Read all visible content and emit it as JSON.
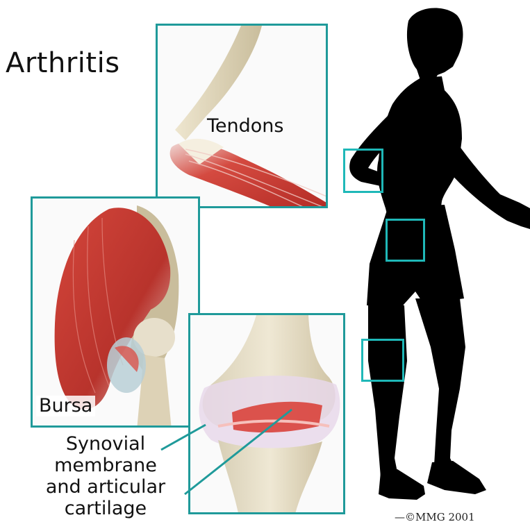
{
  "title": "Arthritis",
  "labels": {
    "tendons": "Tendons",
    "bursa": "Bursa",
    "synovial_line1": "Synovial",
    "synovial_line2": "membrane",
    "synovial_line3": "and articular",
    "synovial_line4": "cartilage"
  },
  "copyright": "—©MMG 2001",
  "colors": {
    "panel_border": "#1f9a9a",
    "highlight_border": "#1fb8b8",
    "muscle": "#c83a34",
    "bone": "#dcd3bb",
    "silhouette": "#000000"
  },
  "icons": [
    "elbow-illustration",
    "shoulder-illustration",
    "knee-illustration",
    "walking-person-silhouette"
  ]
}
